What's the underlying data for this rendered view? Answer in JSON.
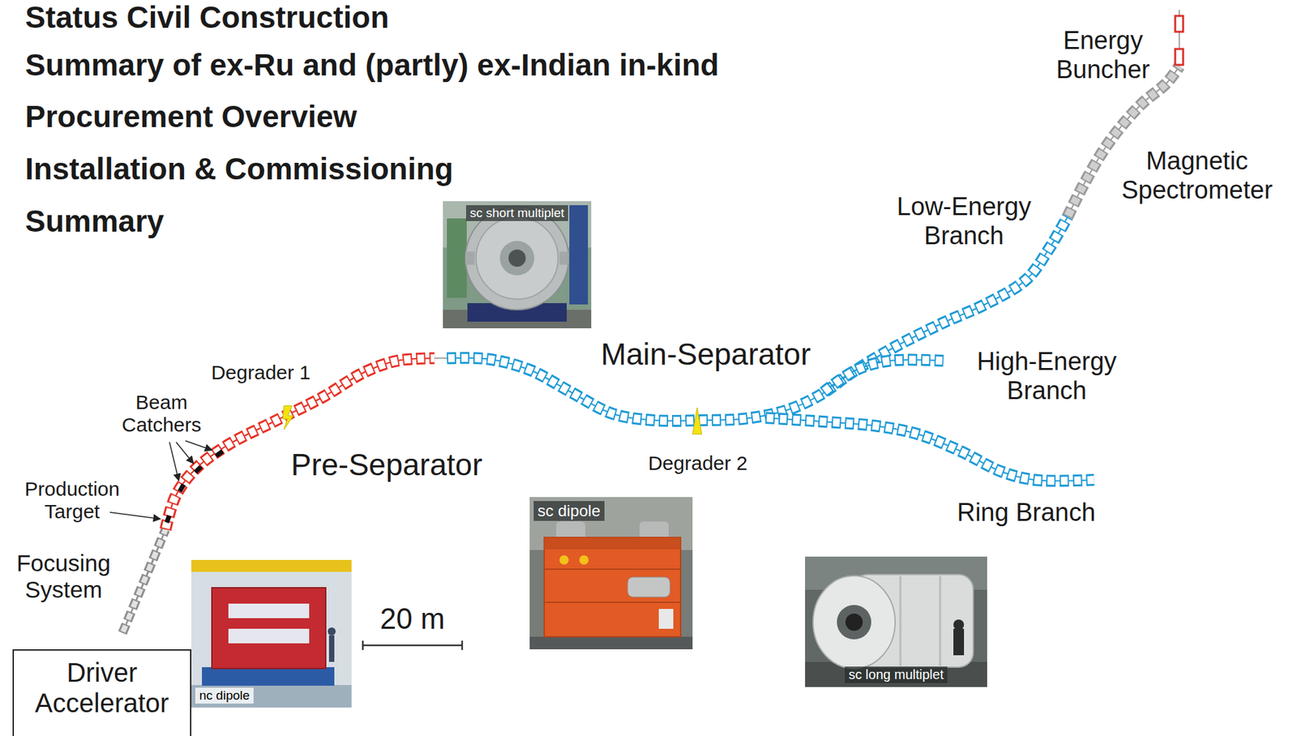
{
  "diagram": {
    "nodes": [
      {
        "text": [
          "sc short multiplet"
        ]
      },
      {
        "text": [
          "sc dipole"
        ]
      },
      {
        "text": [
          "sc long multiplet"
        ]
      },
      {
        "text": [
          "nc dipole"
        ]
      },
      {
        "text": [
          "Driver Accelerator"
        ]
      }
    ],
    "labels": [
      "Status Civil Construction",
      "Summary of ex-Ru and (partly) ex-Indian in-kind",
      "Procurement Overview",
      "Installation & Commissioning",
      "Summary",
      "Energy Buncher",
      "Magnetic Spectrometer",
      "Low-Energy Branch",
      "Main-Separator",
      "High-Energy Branch",
      "Degrader 1",
      "Beam Catchers",
      "Pre-Separator",
      "Degrader 2",
      "Production Target",
      "Ring Branch",
      "Focusing System",
      "20 m"
    ]
  }
}
